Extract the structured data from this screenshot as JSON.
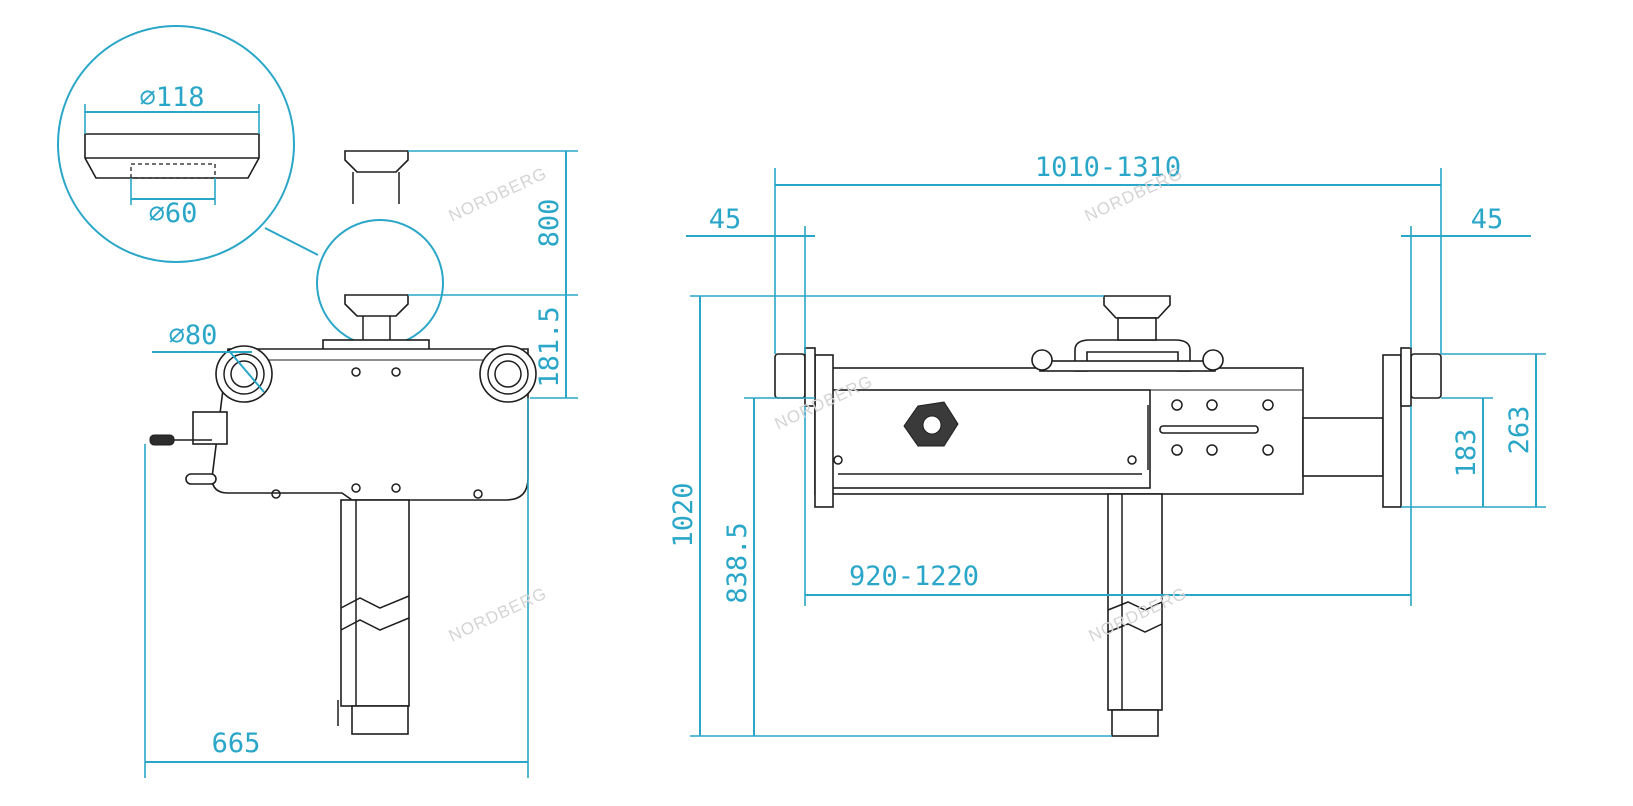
{
  "colors": {
    "dimension": "#2aa6c8",
    "outline": "#1e1e1e",
    "watermark": "#d4d4d4",
    "background": "#ffffff"
  },
  "watermark": "NORDBERG",
  "dimensions": {
    "pad_outer": "⌀118",
    "pad_inner": "⌀60",
    "wheel": "⌀80",
    "height_800": "800",
    "height_181": "181.5",
    "width_665": "665",
    "span_top": "1010-1310",
    "span_bottom": "920-1220",
    "offset_left": "45",
    "offset_right": "45",
    "total_height": "1020",
    "body_height": "838.5",
    "frame_183": "183",
    "frame_263": "263"
  }
}
